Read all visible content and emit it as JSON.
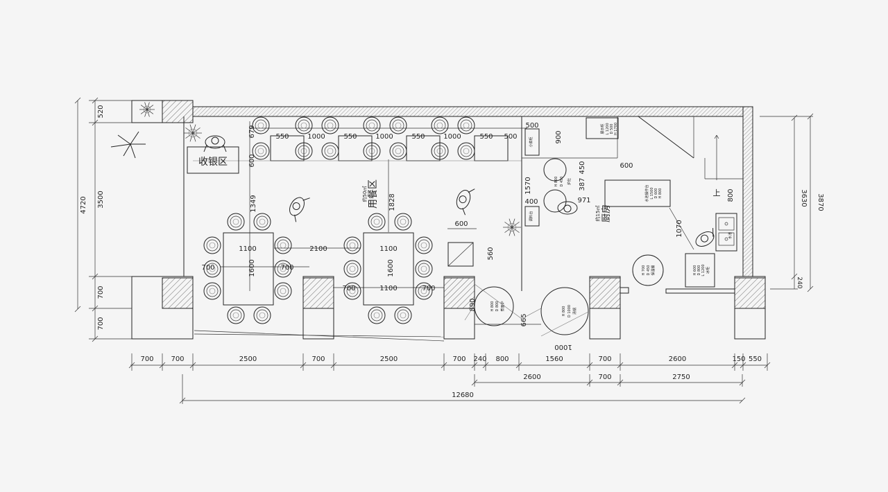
{
  "zones": {
    "cashier": "收银区",
    "dining": "用餐区",
    "dining_area": "约50㎡",
    "kitchen": "厨房",
    "kitchen_area": "约15㎡",
    "stair_up": "上"
  },
  "dims": {
    "bottom_row1": [
      "700",
      "700",
      "2500",
      "700",
      "2500",
      "700",
      "240",
      "800",
      "1560",
      "700",
      "2600",
      "150",
      "550"
    ],
    "bottom_row2": [
      "2600",
      "700",
      "2750"
    ],
    "total": "12680",
    "left_outer": "4720",
    "left_inner": [
      "520",
      "3500",
      "700",
      "700"
    ],
    "right_outer": "3870",
    "right_inner": [
      "3630",
      "240"
    ],
    "top_row": [
      "550",
      "1000",
      "550",
      "1000",
      "550",
      "1000",
      "550",
      "500"
    ],
    "dining": [
      "679",
      "600",
      "1349",
      "1828",
      "1100",
      "1600",
      "2100",
      "1100",
      "1600",
      "700",
      "700",
      "700",
      "1100",
      "700",
      "600",
      "560",
      "890",
      "665",
      "1000"
    ],
    "kitchen": [
      "500",
      "900",
      "450",
      "387",
      "1570",
      "400",
      "971",
      "600",
      "1070",
      "800"
    ]
  },
  "equipment": [
    {
      "name": "展示柜",
      "spec": [
        "L 1200",
        "D 500",
        "H 1700"
      ]
    },
    {
      "name": "水池操作台",
      "spec": [
        "L 1500",
        "D 600",
        "H 800"
      ]
    },
    {
      "name": "冰柜",
      "spec": [
        "L 1200",
        "D 800",
        "H 600"
      ]
    },
    {
      "name": "保温桶",
      "spec": [
        "D 450",
        "H 700"
      ]
    },
    {
      "name": "煮面炉",
      "spec": [
        "D 800",
        "H 800"
      ]
    },
    {
      "name": "汤锅",
      "spec": [
        "D 1000",
        "H 800"
      ]
    },
    {
      "name": "炉灶",
      "spec": [
        "D 450",
        "H 800"
      ]
    }
  ],
  "small_labels": [
    "小菜柜",
    "调料台",
    "水池",
    "配菜台"
  ]
}
